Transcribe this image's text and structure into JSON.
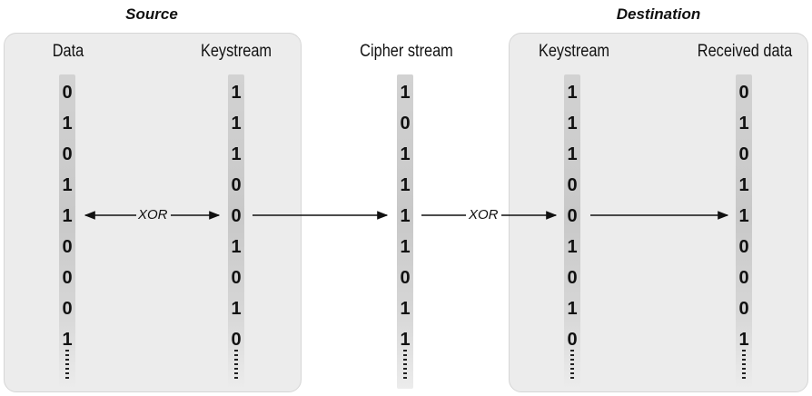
{
  "source_title": "Source",
  "destination_title": "Destination",
  "columns": [
    {
      "header": "Data",
      "bits": [
        "0",
        "1",
        "0",
        "1",
        "1",
        "0",
        "0",
        "0",
        "1"
      ]
    },
    {
      "header": "Keystream",
      "bits": [
        "1",
        "1",
        "1",
        "0",
        "0",
        "1",
        "0",
        "1",
        "0"
      ]
    },
    {
      "header": "Cipher stream",
      "bits": [
        "1",
        "0",
        "1",
        "1",
        "1",
        "1",
        "0",
        "1",
        "1"
      ]
    },
    {
      "header": "Keystream",
      "bits": [
        "1",
        "1",
        "1",
        "0",
        "0",
        "1",
        "0",
        "1",
        "0"
      ]
    },
    {
      "header": "Received data",
      "bits": [
        "0",
        "1",
        "0",
        "1",
        "1",
        "0",
        "0",
        "0",
        "1"
      ]
    }
  ],
  "xor_label_1": "XOR",
  "xor_label_2": "XOR"
}
